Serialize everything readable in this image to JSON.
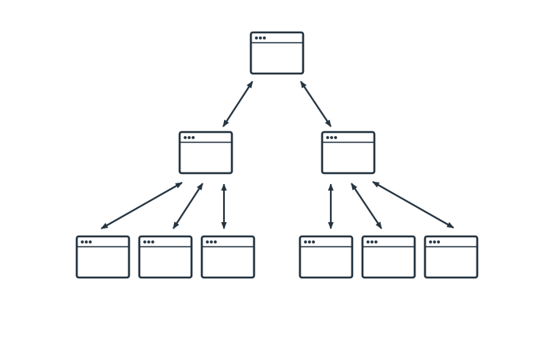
{
  "diagram": {
    "kind": "tree",
    "colors": {
      "stroke": "#253440",
      "fill": "#ffffff",
      "background": "#ffffff"
    },
    "nodes": [
      {
        "id": "root",
        "icon": "browser-window-icon"
      },
      {
        "id": "mid-left",
        "icon": "browser-window-icon"
      },
      {
        "id": "mid-right",
        "icon": "browser-window-icon"
      },
      {
        "id": "leaf-1",
        "icon": "browser-window-icon"
      },
      {
        "id": "leaf-2",
        "icon": "browser-window-icon"
      },
      {
        "id": "leaf-3",
        "icon": "browser-window-icon"
      },
      {
        "id": "leaf-4",
        "icon": "browser-window-icon"
      },
      {
        "id": "leaf-5",
        "icon": "browser-window-icon"
      },
      {
        "id": "leaf-6",
        "icon": "browser-window-icon"
      }
    ],
    "edges": [
      {
        "from": "root",
        "to": "mid-left",
        "direction": "both"
      },
      {
        "from": "root",
        "to": "mid-right",
        "direction": "both"
      },
      {
        "from": "mid-left",
        "to": "leaf-1",
        "direction": "both"
      },
      {
        "from": "mid-left",
        "to": "leaf-2",
        "direction": "both"
      },
      {
        "from": "mid-left",
        "to": "leaf-3",
        "direction": "both"
      },
      {
        "from": "mid-right",
        "to": "leaf-4",
        "direction": "both"
      },
      {
        "from": "mid-right",
        "to": "leaf-5",
        "direction": "both"
      },
      {
        "from": "mid-right",
        "to": "leaf-6",
        "direction": "both"
      }
    ]
  }
}
